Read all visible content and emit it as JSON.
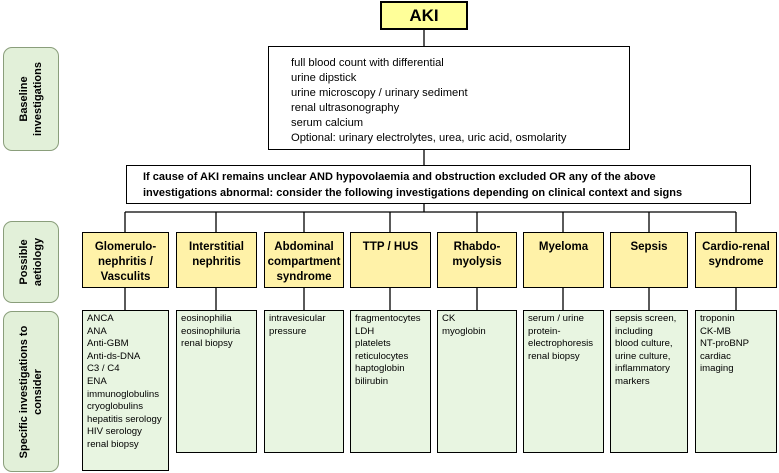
{
  "title": "AKI",
  "side_labels": {
    "baseline": [
      "Baseline",
      "investigations"
    ],
    "aetiology": [
      "Possible",
      "aetiology"
    ],
    "specific": [
      "Specific investigations to",
      "consider"
    ]
  },
  "baseline_items": [
    "full blood count with differential",
    "urine dipstick",
    "urine microscopy / urinary sediment",
    "renal ultrasonography",
    "serum calcium",
    "Optional: urinary electrolytes, urea, uric acid, osmolarity"
  ],
  "condition_lines": [
    "If cause of AKI remains unclear  AND  hypovolaemia and obstruction excluded  OR  any of the above",
    "investigations abnormal:   consider the following investigations depending on clinical context and signs"
  ],
  "aetiologies": [
    {
      "label": [
        "Glomerulo-",
        "nephritis /",
        "Vasculits"
      ],
      "investigations": [
        "ANCA",
        "ANA",
        "Anti-GBM",
        "Anti-ds-DNA",
        "C3 / C4",
        "ENA",
        "immunoglobulins",
        "cryoglobulins",
        "hepatitis serology",
        "HIV serology",
        "renal biopsy"
      ]
    },
    {
      "label": [
        "Interstitial",
        "nephritis"
      ],
      "investigations": [
        "eosinophilia",
        "eosinophiluria",
        "renal biopsy"
      ]
    },
    {
      "label": [
        "Abdominal",
        "compartment",
        "syndrome"
      ],
      "investigations": [
        "intravesicular",
        "pressure"
      ]
    },
    {
      "label": [
        "TTP / HUS"
      ],
      "investigations": [
        "fragmentocytes",
        "LDH",
        "platelets",
        "reticulocytes",
        "haptoglobin",
        "bilirubin"
      ]
    },
    {
      "label": [
        "Rhabdo-",
        "myolysis"
      ],
      "investigations": [
        "CK",
        "myoglobin"
      ]
    },
    {
      "label": [
        "Myeloma"
      ],
      "investigations": [
        "serum / urine",
        "protein-",
        "electrophoresis",
        "renal biopsy"
      ]
    },
    {
      "label": [
        "Sepsis"
      ],
      "investigations": [
        "sepsis screen,",
        "including",
        "blood culture,",
        "urine culture,",
        "inflammatory",
        "markers"
      ]
    },
    {
      "label": [
        "Cardio-renal",
        "syndrome"
      ],
      "investigations": [
        "troponin",
        "CK-MB",
        "NT-proBNP",
        "cardiac",
        "imaging"
      ]
    }
  ],
  "colors": {
    "title_fill": "#ffff99",
    "aetiology_fill": "#fff2a8",
    "investigation_fill": "#e8f5e1",
    "side_fill": "#e2f0d9"
  }
}
